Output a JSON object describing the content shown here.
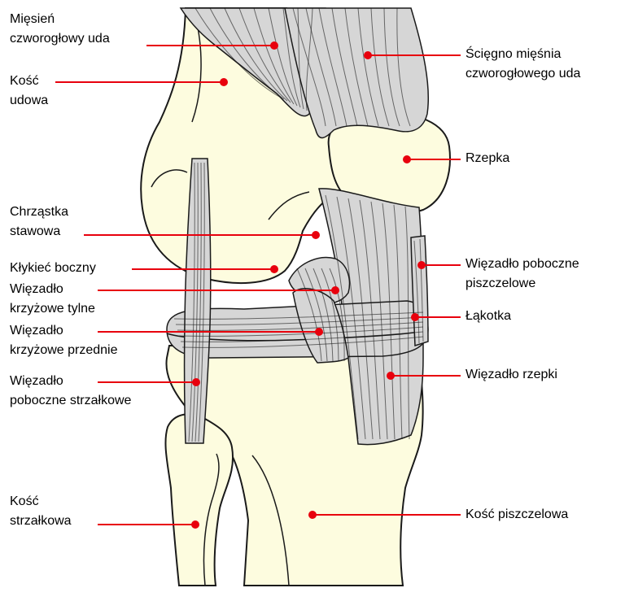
{
  "colors": {
    "bone": "#FDFCDF",
    "ligament": "#D6D6D6",
    "outline": "#1a1a1a",
    "leader": "#E8000D"
  },
  "labels": {
    "quadriceps_1": "Mięsień",
    "quadriceps_2": "czworogłowy uda",
    "femur_1": "Kość",
    "femur_2": "udowa",
    "cartilage_1": "Chrząstka",
    "cartilage_2": "stawowa",
    "lateral_condyle": "Kłykieć boczny",
    "pcl_1": "Więzadło",
    "pcl_2": "krzyżowe tylne",
    "acl_1": "Więzadło",
    "acl_2": "krzyżowe przednie",
    "fibular_collateral_1": "Więzadło",
    "fibular_collateral_2": "poboczne strzałkowe",
    "fibula_1": "Kość",
    "fibula_2": "strzałkowa",
    "quadriceps_tendon_1": "Ścięgno mięśnia",
    "quadriceps_tendon_2": "czworogłowego uda",
    "patella": "Rzepka",
    "tibial_collateral_1": "Więzadło poboczne",
    "tibial_collateral_2": "piszczelowe",
    "meniscus": "Łąkotka",
    "patellar_ligament": "Więzadło rzepki",
    "tibia": "Kość piszczelowa"
  }
}
